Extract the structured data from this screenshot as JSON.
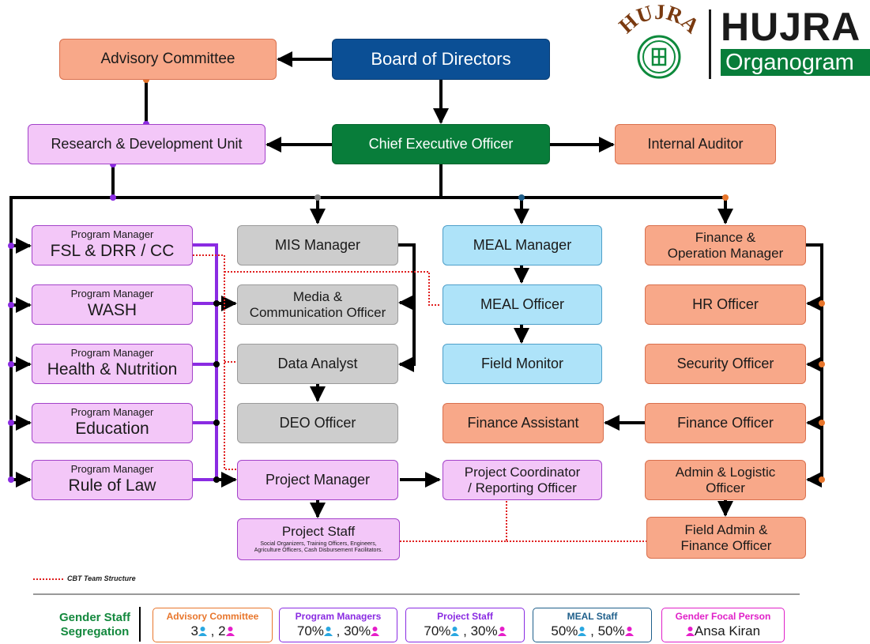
{
  "logo": {
    "emblem_text": "HUJRA",
    "title": "HUJRA",
    "subtitle": "Organogram"
  },
  "nodes": {
    "advisory_committee": "Advisory Committee",
    "board": "Board of Directors",
    "rnd": "Research & Development Unit",
    "ceo": "Chief Executive Officer",
    "internal_auditor": "Internal Auditor",
    "pm_prefix": "Program Manager",
    "pm_fsl": "FSL & DRR / CC",
    "pm_wash": "WASH",
    "pm_health": "Health & Nutrition",
    "pm_education": "Education",
    "pm_rol": "Rule of Law",
    "mis_manager": "MIS Manager",
    "media_line1": "Media &",
    "media_line2": "Communication Officer",
    "data_analyst": "Data Analyst",
    "deo": "DEO Officer",
    "project_manager": "Project Manager",
    "project_staff": "Project Staff",
    "project_staff_sub1": "Social Organizers, Training Officers, Engineers,",
    "project_staff_sub2": "Agriculture Officers, Cash Disbursement Facilitators.",
    "meal_manager": "MEAL Manager",
    "meal_officer": "MEAL Officer",
    "field_monitor": "Field Monitor",
    "finance_assistant": "Finance Assistant",
    "pc_line1": "Project Coordinator",
    "pc_line2": "/ Reporting Officer",
    "fom_line1": "Finance &",
    "fom_line2": "Operation Manager",
    "hr_officer": "HR Officer",
    "security_officer": "Security Officer",
    "finance_officer": "Finance Officer",
    "admin_line1": "Admin & Logistic",
    "admin_line2": "Officer",
    "fafo_line1": "Field Admin &",
    "fafo_line2": "Finance Officer"
  },
  "legend": {
    "cbt": "CBT Team Structure"
  },
  "gender": {
    "title_line1": "Gender Staff",
    "title_line2": "Segregation",
    "cards": [
      {
        "title": "Advisory Committee",
        "male": "3",
        "female": "2",
        "color": "#e8762c"
      },
      {
        "title": "Program Managers",
        "male": "70%",
        "female": "30%",
        "color": "#8a2be2"
      },
      {
        "title": "Project Staff",
        "male": "70%",
        "female": "30%",
        "color": "#8a2be2"
      },
      {
        "title": "MEAL Staff",
        "male": "50%",
        "female": "50%",
        "color": "#1f5f8b"
      },
      {
        "title": "Gender Focal Person",
        "name": "Ansa Kiran",
        "color": "#e020c8"
      }
    ]
  },
  "colors": {
    "male_icon": "#2aa7e0",
    "female_icon": "#e61ec9",
    "purple_line": "#8a2be2",
    "cbt_line": "#e02020",
    "brand_green": "#087d3a"
  }
}
